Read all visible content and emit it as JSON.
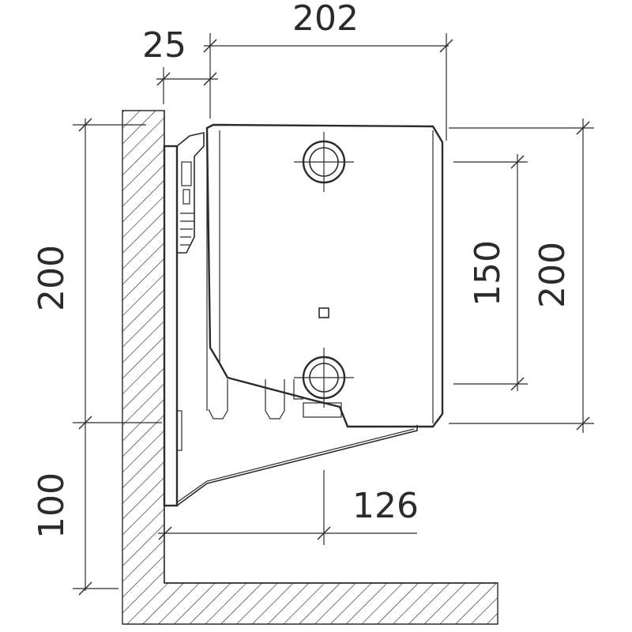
{
  "dimensions": {
    "top_width": "202",
    "wall_gap": "25",
    "left_height": "200",
    "floor_clearance": "100",
    "pipe_spacing": "150",
    "right_height": "200",
    "bracket_depth": "126"
  },
  "colors": {
    "line": "#2b2b2b",
    "background": "#ffffff"
  }
}
